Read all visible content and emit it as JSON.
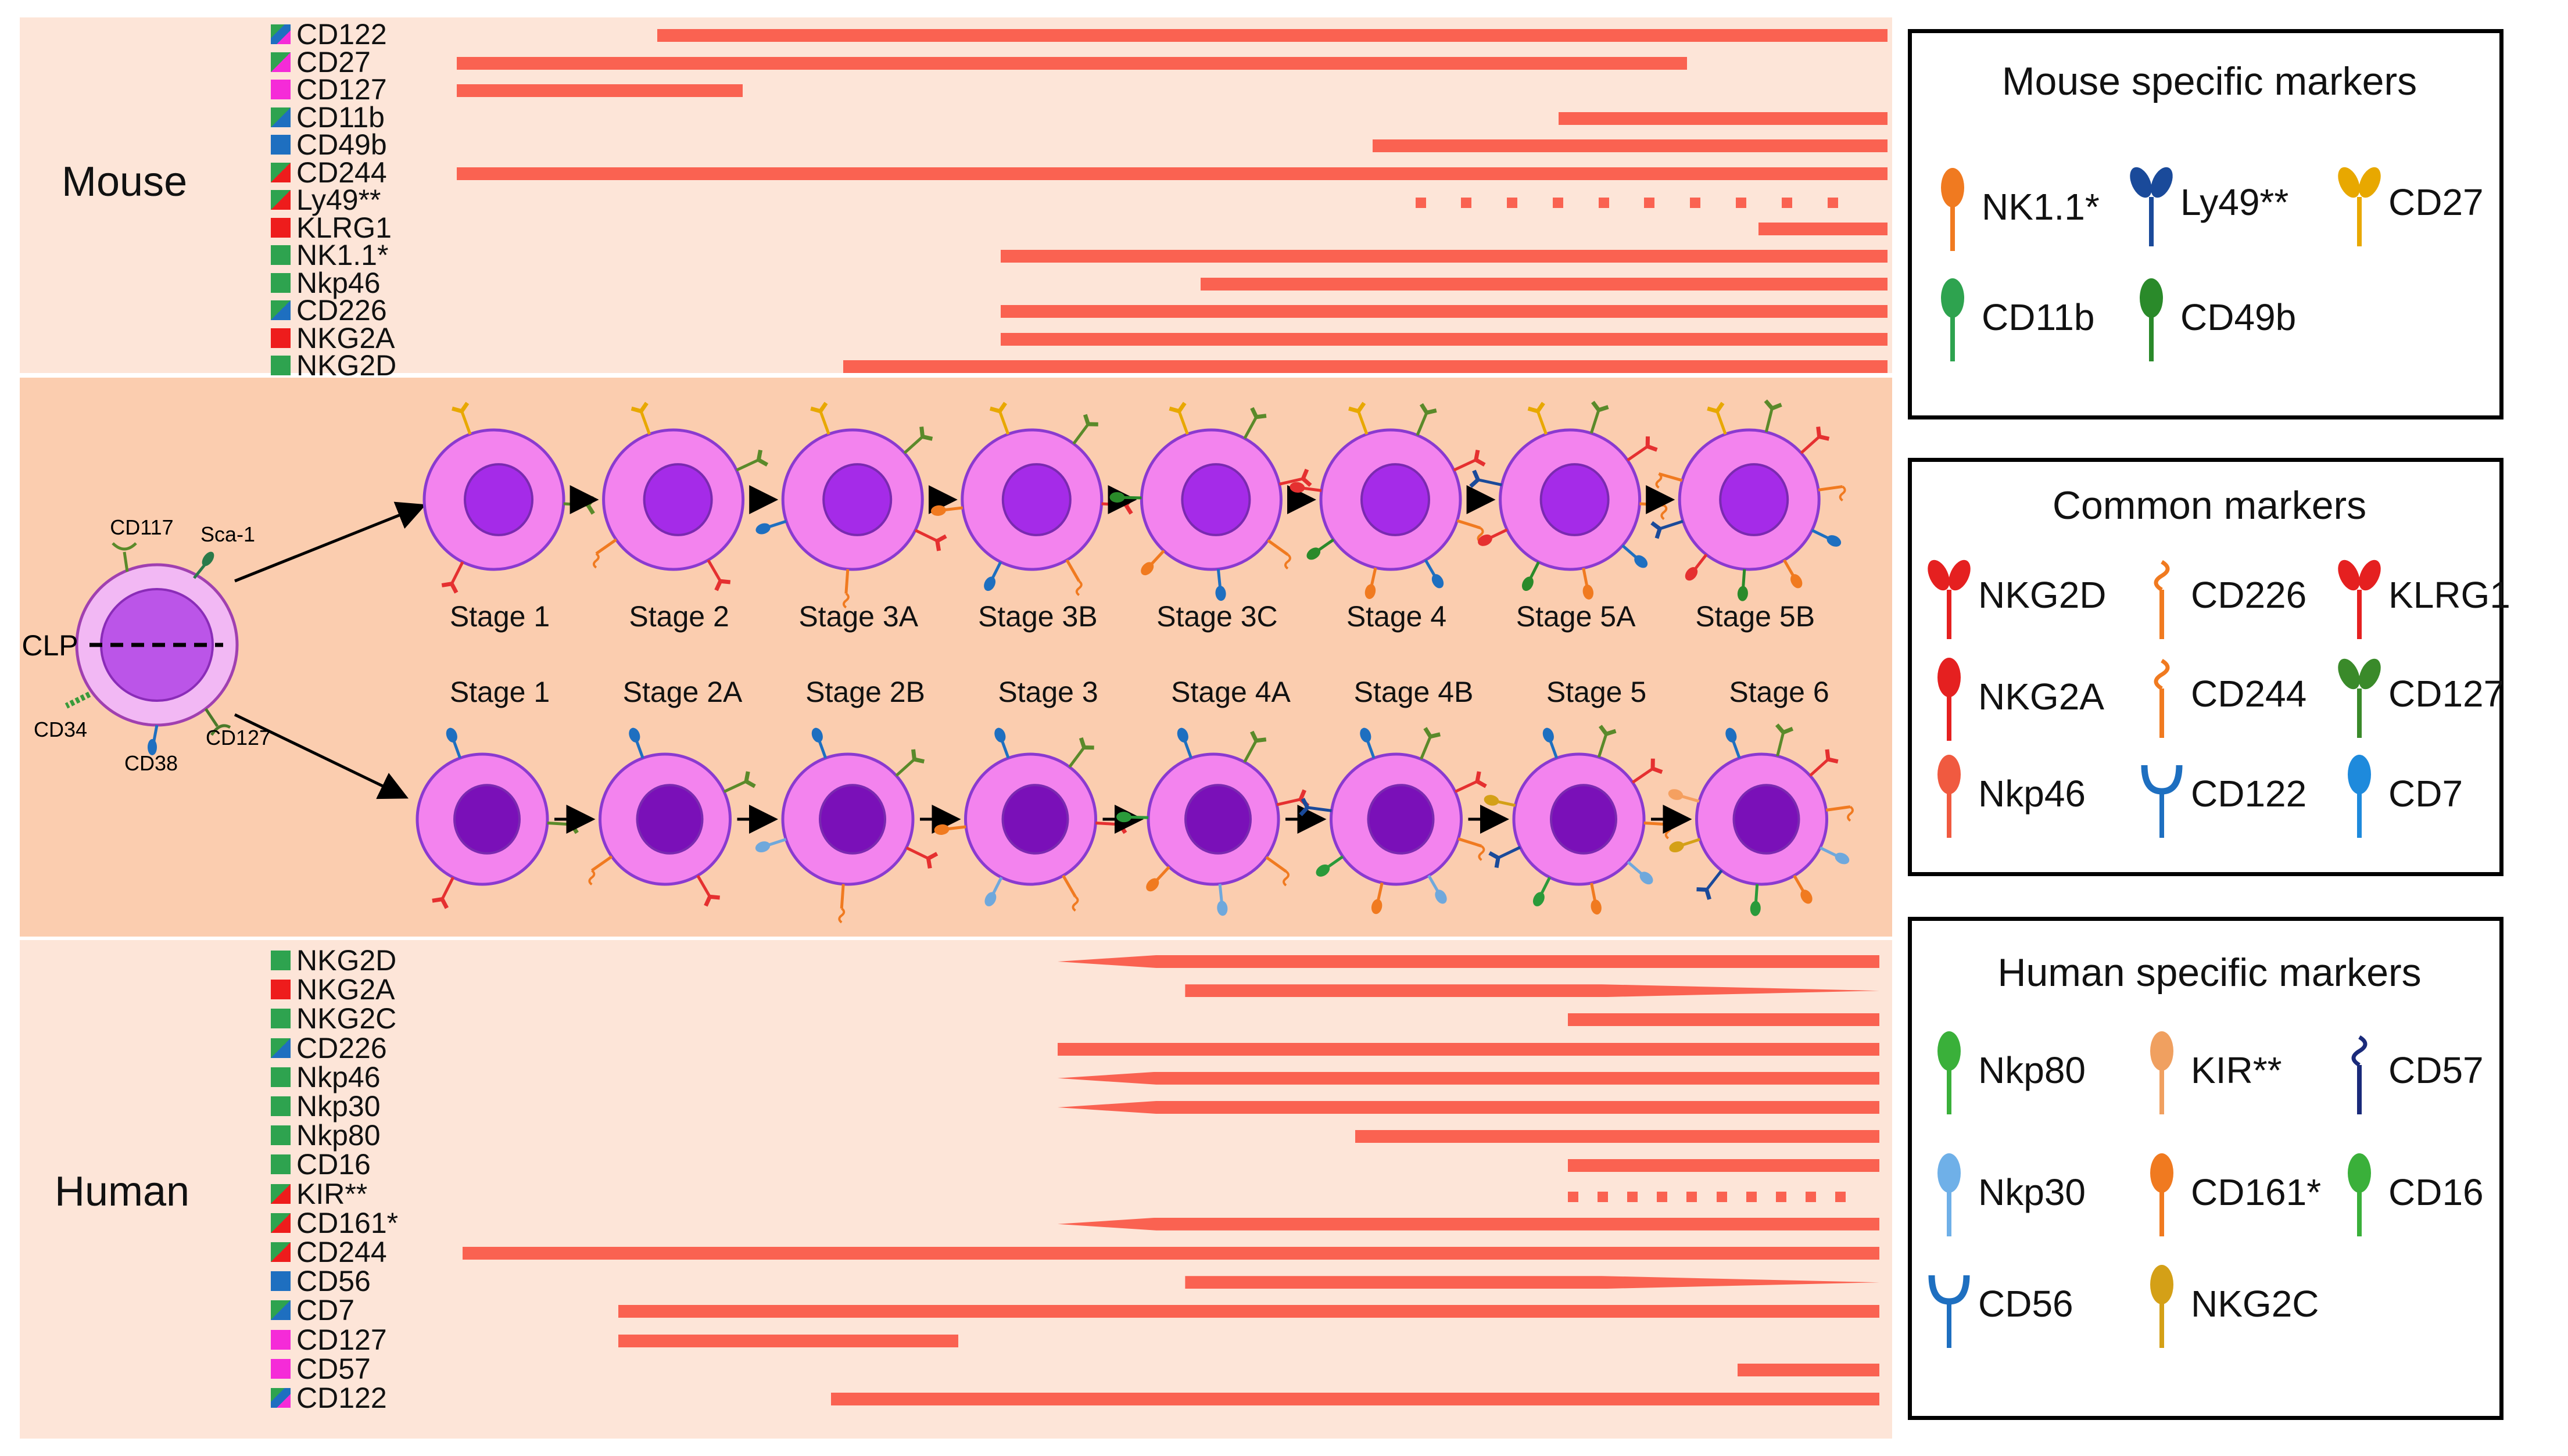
{
  "species": {
    "mouse": "Mouse",
    "human": "Human"
  },
  "clp": {
    "label": "CLP",
    "markers": [
      "CD117",
      "Sca-1",
      "CD34",
      "CD38",
      "CD127"
    ]
  },
  "mouse_stages": [
    "Stage 1",
    "Stage 2",
    "Stage 3A",
    "Stage 3B",
    "Stage 3C",
    "Stage 4",
    "Stage 5A",
    "Stage 5B"
  ],
  "human_stages": [
    "Stage 1",
    "Stage 2A",
    "Stage 2B",
    "Stage 3",
    "Stage 4A",
    "Stage 4B",
    "Stage 5",
    "Stage 6"
  ],
  "mouse_markers": [
    {
      "name": "CD122",
      "colors": [
        "#2ea34f",
        "#1e6fc0",
        "#f52bd8"
      ],
      "bar": "solid",
      "from": 0.14,
      "to": 1.0
    },
    {
      "name": "CD27",
      "colors": [
        "#2ea34f",
        "#f52bd8"
      ],
      "bar": "solid",
      "from": 0.0,
      "to": 0.86
    },
    {
      "name": "CD127",
      "colors": [
        "#f52bd8"
      ],
      "bar": "solid",
      "from": 0.0,
      "to": 0.2
    },
    {
      "name": "CD11b",
      "colors": [
        "#2ea34f",
        "#1e6fc0"
      ],
      "bar": "solid",
      "from": 0.77,
      "to": 1.0
    },
    {
      "name": "CD49b",
      "colors": [
        "#1e6fc0"
      ],
      "bar": "solid",
      "from": 0.64,
      "to": 1.0
    },
    {
      "name": "CD244",
      "colors": [
        "#2ea34f",
        "#ee1c1c"
      ],
      "bar": "solid",
      "from": 0.0,
      "to": 1.0
    },
    {
      "name": "Ly49**",
      "colors": [
        "#2ea34f",
        "#ee1c1c"
      ],
      "bar": "dotted",
      "from": 0.67,
      "to": 0.99
    },
    {
      "name": "KLRG1",
      "colors": [
        "#ee1c1c"
      ],
      "bar": "solid",
      "from": 0.91,
      "to": 1.0
    },
    {
      "name": "NK1.1*",
      "colors": [
        "#2ea34f"
      ],
      "bar": "solid",
      "from": 0.38,
      "to": 1.0
    },
    {
      "name": "Nkp46",
      "colors": [
        "#2ea34f"
      ],
      "bar": "solid",
      "from": 0.52,
      "to": 1.0
    },
    {
      "name": "CD226",
      "colors": [
        "#2ea34f",
        "#1e6fc0"
      ],
      "bar": "solid",
      "from": 0.38,
      "to": 1.0
    },
    {
      "name": "NKG2A",
      "colors": [
        "#ee1c1c"
      ],
      "bar": "solid",
      "from": 0.38,
      "to": 1.0
    },
    {
      "name": "NKG2D",
      "colors": [
        "#2ea34f"
      ],
      "bar": "solid",
      "from": 0.27,
      "to": 1.0
    }
  ],
  "human_markers": [
    {
      "name": "NKG2D",
      "colors": [
        "#2ea34f"
      ],
      "bar": "grow",
      "from": 0.42,
      "to": 1.0
    },
    {
      "name": "NKG2A",
      "colors": [
        "#ee1c1c"
      ],
      "bar": "shrink",
      "from": 0.51,
      "to": 1.0
    },
    {
      "name": "NKG2C",
      "colors": [
        "#2ea34f"
      ],
      "bar": "solid",
      "from": 0.78,
      "to": 1.0
    },
    {
      "name": "CD226",
      "colors": [
        "#2ea34f",
        "#1e6fc0"
      ],
      "bar": "solid",
      "from": 0.42,
      "to": 1.0
    },
    {
      "name": "Nkp46",
      "colors": [
        "#2ea34f"
      ],
      "bar": "grow",
      "from": 0.42,
      "to": 1.0
    },
    {
      "name": "Nkp30",
      "colors": [
        "#2ea34f"
      ],
      "bar": "grow",
      "from": 0.42,
      "to": 1.0
    },
    {
      "name": "Nkp80",
      "colors": [
        "#2ea34f"
      ],
      "bar": "solid",
      "from": 0.63,
      "to": 1.0
    },
    {
      "name": "CD16",
      "colors": [
        "#2ea34f"
      ],
      "bar": "solid",
      "from": 0.78,
      "to": 1.0
    },
    {
      "name": "KIR**",
      "colors": [
        "#2ea34f",
        "#ee1c1c"
      ],
      "bar": "dotted",
      "from": 0.78,
      "to": 0.99
    },
    {
      "name": "CD161*",
      "colors": [
        "#2ea34f",
        "#ee1c1c"
      ],
      "bar": "grow",
      "from": 0.42,
      "to": 1.0
    },
    {
      "name": "CD244",
      "colors": [
        "#2ea34f",
        "#ee1c1c"
      ],
      "bar": "solid",
      "from": 0.0,
      "to": 1.0
    },
    {
      "name": "CD56",
      "colors": [
        "#1e6fc0"
      ],
      "bar": "shrink",
      "from": 0.51,
      "to": 1.0
    },
    {
      "name": "CD7",
      "colors": [
        "#2ea34f",
        "#1e6fc0"
      ],
      "bar": "solid",
      "from": 0.11,
      "to": 1.0
    },
    {
      "name": "CD127",
      "colors": [
        "#f52bd8"
      ],
      "bar": "solid",
      "from": 0.11,
      "to": 0.35
    },
    {
      "name": "CD57",
      "colors": [
        "#f52bd8"
      ],
      "bar": "solid",
      "from": 0.9,
      "to": 1.0
    },
    {
      "name": "CD122",
      "colors": [
        "#2ea34f",
        "#1e6fc0",
        "#f52bd8"
      ],
      "bar": "solid",
      "from": 0.26,
      "to": 1.0
    }
  ],
  "legends": {
    "mouse": {
      "title": "Mouse specific markers",
      "items": [
        {
          "label": "NK1.1*",
          "icon": "nk11-icon"
        },
        {
          "label": "Ly49**",
          "icon": "ly49-icon"
        },
        {
          "label": "CD27",
          "icon": "cd27-icon"
        },
        {
          "label": "CD11b",
          "icon": "cd11b-icon"
        },
        {
          "label": "CD49b",
          "icon": "cd49b-icon"
        }
      ]
    },
    "common": {
      "title": "Common markers",
      "items": [
        {
          "label": "NKG2D",
          "icon": "nkg2d-icon"
        },
        {
          "label": "CD226",
          "icon": "cd226-icon"
        },
        {
          "label": "KLRG1",
          "icon": "klrg1-icon"
        },
        {
          "label": "NKG2A",
          "icon": "nkg2a-icon"
        },
        {
          "label": "CD244",
          "icon": "cd244-icon"
        },
        {
          "label": "CD127",
          "icon": "cd127-icon"
        },
        {
          "label": "Nkp46",
          "icon": "nkp46-icon"
        },
        {
          "label": "CD122",
          "icon": "cd122-icon"
        },
        {
          "label": "CD7",
          "icon": "cd7-icon"
        }
      ]
    },
    "human": {
      "title": "Human specific markers",
      "items": [
        {
          "label": "Nkp80",
          "icon": "nkp80-icon"
        },
        {
          "label": "KIR**",
          "icon": "kir-icon"
        },
        {
          "label": "CD57",
          "icon": "cd57-icon"
        },
        {
          "label": "Nkp30",
          "icon": "nkp30-icon"
        },
        {
          "label": "CD161*",
          "icon": "cd161-icon"
        },
        {
          "label": "CD16",
          "icon": "cd16-icon"
        },
        {
          "label": "CD56",
          "icon": "cd56-icon"
        },
        {
          "label": "NKG2C",
          "icon": "nkg2c-icon"
        }
      ]
    }
  }
}
